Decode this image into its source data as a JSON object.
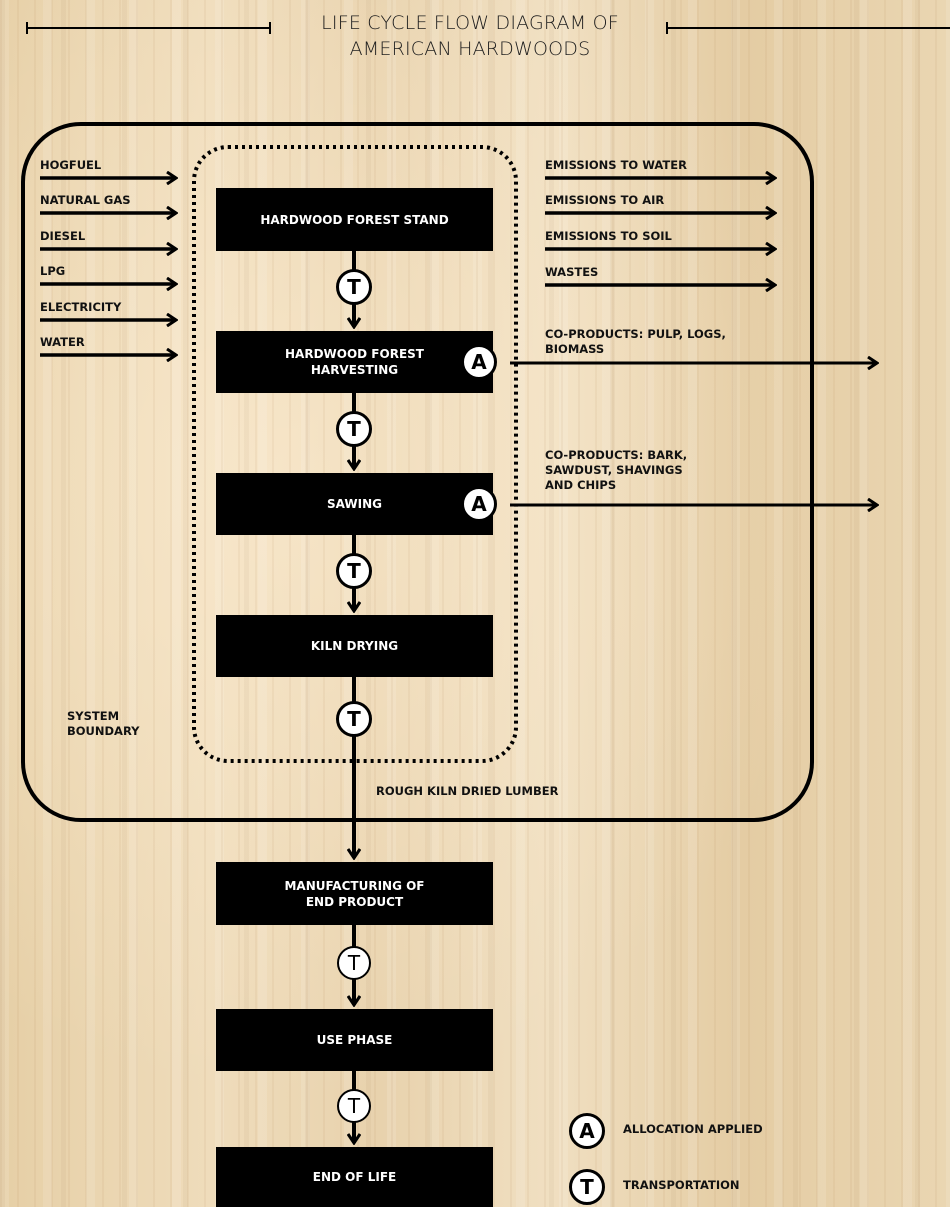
{
  "title": "LIFE CYCLE FLOW DIAGRAM OF\nAMERICAN HARDWOODS",
  "colors": {
    "box_fill": "#000000",
    "box_text": "#ffffff",
    "line": "#000000",
    "background": "#ead6b2"
  },
  "inputs": [
    "HOGFUEL",
    "NATURAL GAS",
    "DIESEL",
    "LPG",
    "ELECTRICITY",
    "WATER"
  ],
  "outputs": [
    "EMISSIONS TO WATER",
    "EMISSIONS TO AIR",
    "EMISSIONS TO SOIL",
    "WASTES"
  ],
  "stages": {
    "forest_stand": "HARDWOOD FOREST STAND",
    "harvesting": "HARDWOOD FOREST\nHARVESTING",
    "sawing": "SAWING",
    "kiln_drying": "KILN DRYING",
    "manufacturing": "MANUFACTURING OF\nEND PRODUCT",
    "use_phase": "USE PHASE",
    "end_of_life": "END OF LIFE"
  },
  "coproducts": {
    "harvesting": "CO-PRODUCTS: PULP, LOGS,\nBIOMASS",
    "sawing": "CO-PRODUCTS: BARK,\nSAWDUST, SHAVINGS\nAND CHIPS"
  },
  "system_boundary_label": "SYSTEM\nBOUNDARY",
  "output_product": "ROUGH KILN DRIED LUMBER",
  "markers": {
    "allocation": "A",
    "transport": "T"
  },
  "legend": {
    "allocation": "ALLOCATION APPLIED",
    "transport": "TRANSPORTATION"
  }
}
